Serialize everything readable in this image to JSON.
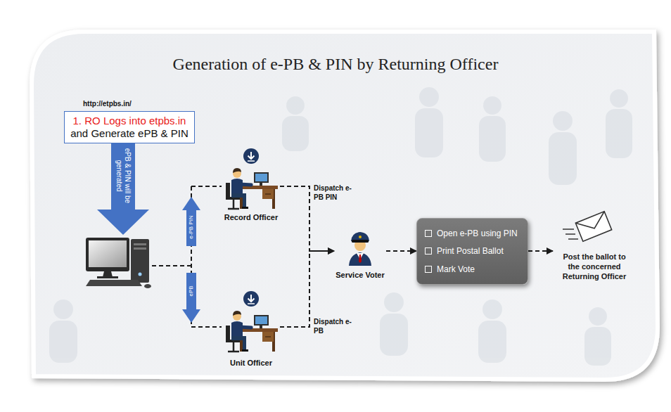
{
  "diagram": {
    "title": "Generation of e-PB & PIN by Returning Officer",
    "nodes": [
      {
        "text": [
          "1. RO Logs into etpbs.in",
          "and Generate ePB & PIN"
        ]
      },
      {
        "text": [
          "Record Officer"
        ]
      },
      {
        "text": [
          "Unit Officer"
        ]
      },
      {
        "text": [
          "Service Voter"
        ]
      },
      {
        "text": [
          "Open e-PB using PIN",
          "Print Postal Ballot",
          "Mark Vote"
        ]
      },
      {
        "text": [
          "Post the ballot to the concerned Returning Officer"
        ]
      }
    ],
    "edges": [
      {
        "from": 1,
        "to": 3,
        "arrow": "to",
        "label": "Dispatch e-PB PIN"
      },
      {
        "from": 2,
        "to": 3,
        "arrow": "to",
        "label": "Dispatch e-PB"
      },
      {
        "from": 3,
        "to": 4,
        "arrow": "to"
      },
      {
        "from": 4,
        "to": 5,
        "arrow": "to"
      }
    ],
    "labels": [
      "http://etpbs.in/",
      "ePB & PIN will be generated",
      "e-PB PIN",
      "ePB"
    ]
  }
}
